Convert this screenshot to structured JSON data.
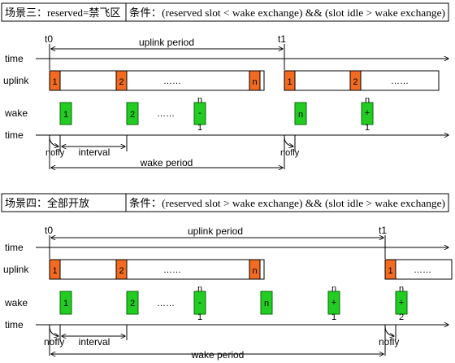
{
  "colors": {
    "uplink_fill": "#f26b21",
    "wake_fill": "#22cc22",
    "wake_stroke": "#0a6a0a",
    "line": "#000000"
  },
  "scenarios": [
    {
      "header": {
        "left": "场景三：reserved=禁飞区",
        "right": "条件：(reserved slot < wake exchange) && (slot idle > wake exchange)"
      },
      "labels": {
        "time": "time",
        "uplink": "uplink",
        "wake": "wake",
        "t0": "t0",
        "t1": "t1",
        "uplink_period": "uplink period",
        "wake_period": "wake period",
        "nofly": "nofly",
        "interval": "interval",
        "ellipsis": "……"
      },
      "uplink_slots": [
        "1",
        "2",
        "n",
        "1",
        "2"
      ],
      "wake_slots": [
        {
          "label": "1",
          "top": ""
        },
        {
          "label": "2",
          "top": ""
        },
        {
          "label": "-",
          "top": "n",
          "bottom": "1"
        },
        {
          "label": "n",
          "top": ""
        },
        {
          "label": "+",
          "top": "n",
          "bottom": "1"
        }
      ]
    },
    {
      "header": {
        "left": "场景四：全部开放",
        "right": "条件：(reserved slot > wake exchange) && (slot idle > wake exchange)"
      },
      "labels": {
        "time": "time",
        "uplink": "uplink",
        "wake": "wake",
        "t0": "t0",
        "t1": "t1",
        "uplink_period": "uplink period",
        "wake_period": "wake period",
        "nofly": "nofly",
        "interval": "interval",
        "ellipsis": "……"
      },
      "uplink_slots": [
        "1",
        "2",
        "n",
        "1"
      ],
      "wake_slots": [
        {
          "label": "1",
          "top": ""
        },
        {
          "label": "2",
          "top": ""
        },
        {
          "label": "-",
          "top": "n",
          "bottom": "1"
        },
        {
          "label": "n",
          "top": ""
        },
        {
          "label": "+",
          "top": "n",
          "bottom": "1"
        },
        {
          "label": "+",
          "top": "n",
          "bottom": "2"
        }
      ]
    }
  ]
}
